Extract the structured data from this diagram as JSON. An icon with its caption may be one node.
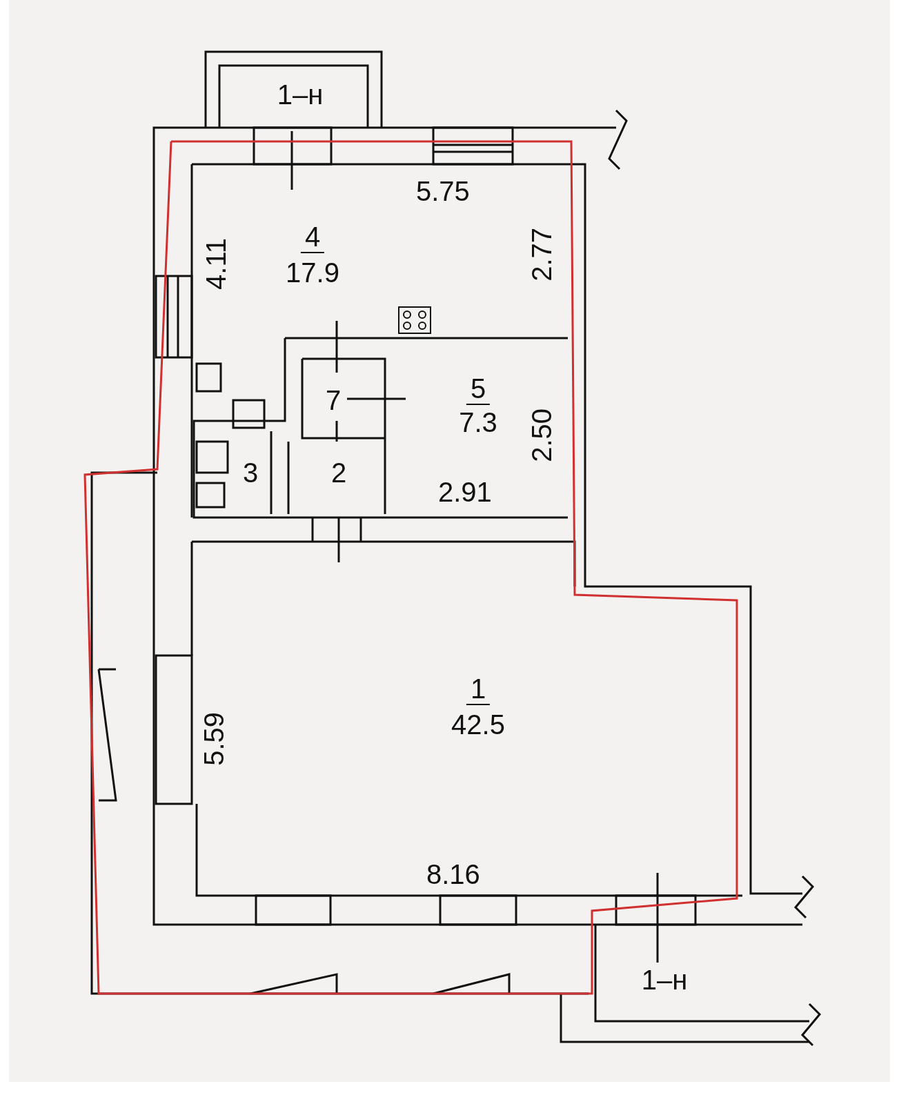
{
  "diagram": {
    "nodes": [
      {
        "text": [
          "1–н"
        ]
      },
      {
        "text": [
          "4",
          "17.9"
        ]
      },
      {
        "text": [
          "7"
        ]
      },
      {
        "text": [
          "5",
          "7.3"
        ]
      },
      {
        "text": [
          "3"
        ]
      },
      {
        "text": [
          "2"
        ]
      },
      {
        "text": [
          "1",
          "42.5"
        ]
      },
      {
        "text": [
          "1–н"
        ]
      }
    ],
    "labels": [
      "5.75",
      "4.11",
      "2.77",
      "2.50",
      "2.91",
      "5.59",
      "8.16"
    ]
  }
}
